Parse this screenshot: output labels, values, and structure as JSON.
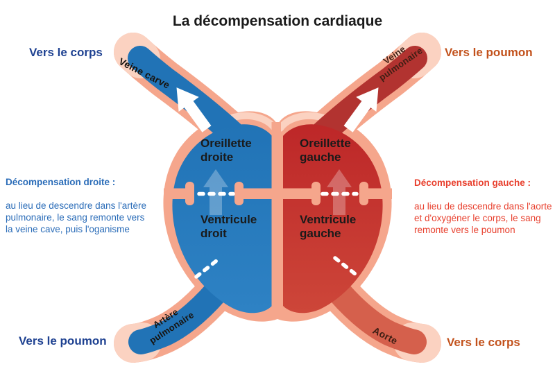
{
  "title": "La décompensation cardiaque",
  "corner_labels": {
    "top_left": "Vers le corps",
    "top_right": "Vers le poumon",
    "bottom_left": "Vers le poumon",
    "bottom_right": "Vers le corps"
  },
  "vessel_labels": {
    "veine_cave": "Veine carve",
    "veine_pulmonaire": "Veine\npulmonaire",
    "artere_pulmonaire": "Artère\npulmonaire",
    "aorte": "Aorte"
  },
  "chambers": {
    "oreillette_droite": "Oreillette\ndroite",
    "oreillette_gauche": "Oreillette\ngauche",
    "ventricule_droit": "Ventricule\ndroit",
    "ventricule_gauche": "Ventricule\ngauche"
  },
  "annotations": {
    "decompensation_droite": {
      "title": "Décompensation droite :",
      "body": "au lieu de descendre dans l'artère\npulmonaire, le sang remonte vers\nla veine cave, puis l'oganisme"
    },
    "decompensation_gauche": {
      "title": "Décompensation gauche :",
      "body": "au lieu de descendre dans l'aorte\net d'oxygéner le corps, le sang\nremonte vers le poumon"
    }
  },
  "colors": {
    "title_text": "#1a1a1a",
    "navy_label": "#1e4191",
    "orange_label": "#c2511b",
    "annotation_blue": "#2a6cb8",
    "annotation_red": "#e8402e",
    "heart_wall_salmon": "#f5a68c",
    "heart_wall_light": "#fbd2c1",
    "blood_blue": "#2173b6",
    "blood_blue_2": "#2e82c4",
    "blood_red": "#bd2728",
    "blood_red_2": "#cd4639",
    "blood_red_dark": "#b23330",
    "blood_red_light": "#d5604c",
    "chamber_text": "#1a1a1a",
    "vessel_text_dark": "#17130f",
    "vessel_text_warm": "#3f1e14"
  }
}
